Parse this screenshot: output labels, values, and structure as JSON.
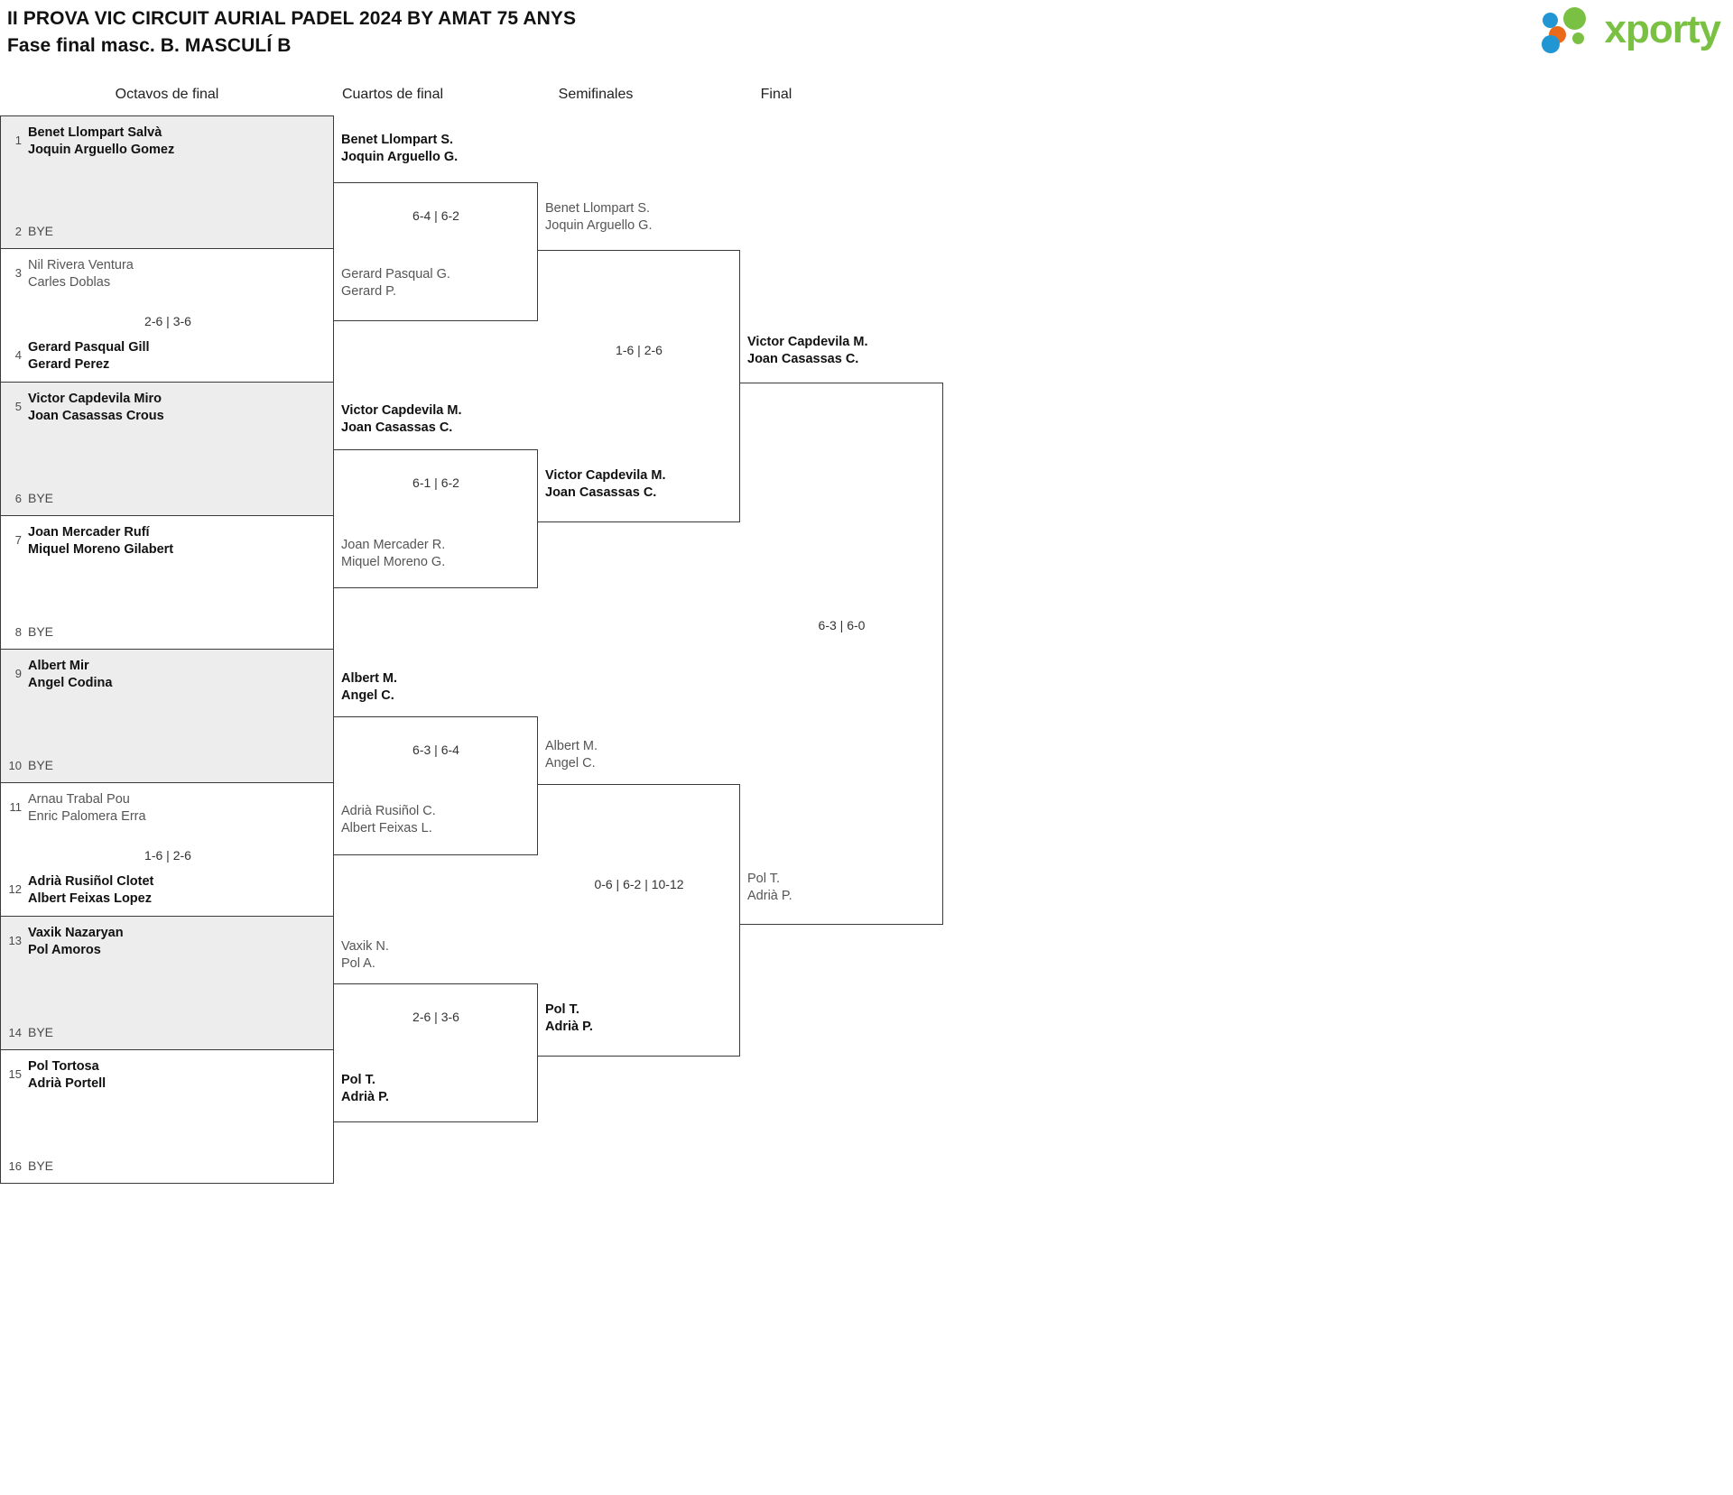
{
  "header": {
    "title_line1": "II PROVA VIC CIRCUIT AURIAL PADEL 2024 BY AMAT 75 ANYS",
    "title_line2": "Fase final masc. B. MASCULÍ B",
    "logo_text": "xporty"
  },
  "rounds": [
    {
      "label": "Octavos de final"
    },
    {
      "label": "Cuartos de final"
    },
    {
      "label": "Semifinales"
    },
    {
      "label": "Final"
    }
  ],
  "bye_label": "BYE",
  "round1": {
    "pairs": [
      {
        "shaded": true,
        "score": "",
        "top": {
          "seed": "1",
          "line1": "Benet Llompart Salvà",
          "line2": "Joquin Arguello Gomez",
          "state": "win"
        },
        "bottom": {
          "seed": "2",
          "line1": "BYE",
          "line2": "",
          "state": "bye"
        }
      },
      {
        "shaded": false,
        "score": "2-6 | 3-6",
        "top": {
          "seed": "3",
          "line1": "Nil Rivera Ventura",
          "line2": "Carles Doblas",
          "state": "lose"
        },
        "bottom": {
          "seed": "4",
          "line1": "Gerard Pasqual Gill",
          "line2": "Gerard Perez",
          "state": "win"
        }
      },
      {
        "shaded": true,
        "score": "",
        "top": {
          "seed": "5",
          "line1": "Victor Capdevila Miro",
          "line2": "Joan Casassas Crous",
          "state": "win"
        },
        "bottom": {
          "seed": "6",
          "line1": "BYE",
          "line2": "",
          "state": "bye"
        }
      },
      {
        "shaded": false,
        "score": "",
        "top": {
          "seed": "7",
          "line1": "Joan Mercader Rufí",
          "line2": "Miquel Moreno Gilabert",
          "state": "win"
        },
        "bottom": {
          "seed": "8",
          "line1": "BYE",
          "line2": "",
          "state": "bye"
        }
      },
      {
        "shaded": true,
        "score": "",
        "top": {
          "seed": "9",
          "line1": "Albert Mir",
          "line2": "Angel Codina",
          "state": "win"
        },
        "bottom": {
          "seed": "10",
          "line1": "BYE",
          "line2": "",
          "state": "bye"
        }
      },
      {
        "shaded": false,
        "score": "1-6 | 2-6",
        "top": {
          "seed": "11",
          "line1": "Arnau Trabal Pou",
          "line2": "Enric Palomera Erra",
          "state": "lose"
        },
        "bottom": {
          "seed": "12",
          "line1": "Adrià Rusiñol Clotet",
          "line2": "Albert Feixas Lopez",
          "state": "win"
        }
      },
      {
        "shaded": true,
        "score": "",
        "top": {
          "seed": "13",
          "line1": "Vaxik Nazaryan",
          "line2": "Pol Amoros",
          "state": "win"
        },
        "bottom": {
          "seed": "14",
          "line1": "BYE",
          "line2": "",
          "state": "bye"
        }
      },
      {
        "shaded": false,
        "score": "",
        "top": {
          "seed": "15",
          "line1": "Pol Tortosa",
          "line2": "Adrià Portell",
          "state": "win"
        },
        "bottom": {
          "seed": "16",
          "line1": "BYE",
          "line2": "",
          "state": "bye"
        }
      }
    ]
  },
  "quarterfinals": [
    {
      "score": "6-4 | 6-2",
      "top": {
        "line1": "Benet Llompart S.",
        "line2": "Joquin Arguello G.",
        "state": "win"
      },
      "bottom": {
        "line1": "Gerard Pasqual G.",
        "line2": "Gerard P.",
        "state": "lose"
      }
    },
    {
      "score": "6-1 | 6-2",
      "top": {
        "line1": "Victor Capdevila M.",
        "line2": "Joan Casassas C.",
        "state": "win"
      },
      "bottom": {
        "line1": "Joan Mercader R.",
        "line2": "Miquel Moreno G.",
        "state": "lose"
      }
    },
    {
      "score": "6-3 | 6-4",
      "top": {
        "line1": "Albert M.",
        "line2": "Angel C.",
        "state": "win"
      },
      "bottom": {
        "line1": "Adrià Rusiñol C.",
        "line2": "Albert Feixas L.",
        "state": "lose"
      }
    },
    {
      "score": "2-6 | 3-6",
      "top": {
        "line1": "Vaxik N.",
        "line2": "Pol A.",
        "state": "lose"
      },
      "bottom": {
        "line1": "Pol T.",
        "line2": "Adrià P.",
        "state": "win"
      }
    }
  ],
  "semifinals": [
    {
      "score": "1-6 | 2-6",
      "top": {
        "line1": "Benet Llompart S.",
        "line2": "Joquin Arguello G.",
        "state": "lose"
      },
      "bottom": {
        "line1": "Victor Capdevila M.",
        "line2": "Joan Casassas C.",
        "state": "win"
      }
    },
    {
      "score": "0-6 | 6-2 | 10-12",
      "top": {
        "line1": "Albert M.",
        "line2": "Angel C.",
        "state": "lose"
      },
      "bottom": {
        "line1": "Pol T.",
        "line2": "Adrià P.",
        "state": "win"
      }
    }
  ],
  "final": {
    "score": "6-3 | 6-0",
    "top": {
      "line1": "Victor Capdevila M.",
      "line2": "Joan Casassas C.",
      "state": "win"
    },
    "bottom": {
      "line1": "Pol T.",
      "line2": "Adrià P.",
      "state": "lose"
    }
  }
}
